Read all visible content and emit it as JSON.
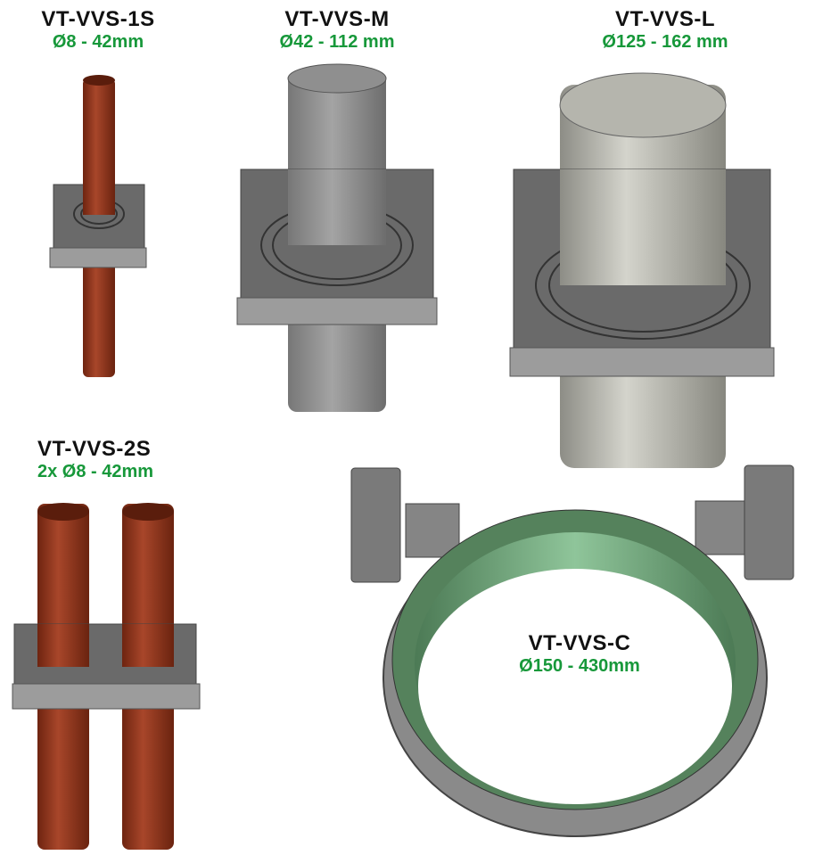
{
  "colors": {
    "title": "#111111",
    "range": "#17983a",
    "copper": "#8c3417",
    "steel": "#8a8a8a",
    "plate": "#6a6a6a",
    "ring_green": "#5f8f68"
  },
  "products": [
    {
      "name": "VT-VVS-1S",
      "range": "Ø8 - 42mm"
    },
    {
      "name": "VT-VVS-M",
      "range": "Ø42 - 112 mm"
    },
    {
      "name": "VT-VVS-L",
      "range": "Ø125 - 162 mm"
    },
    {
      "name": "VT-VVS-2S",
      "range": "2x Ø8 - 42mm"
    },
    {
      "name": "VT-VVS-C",
      "range": "Ø150 - 430mm"
    }
  ]
}
